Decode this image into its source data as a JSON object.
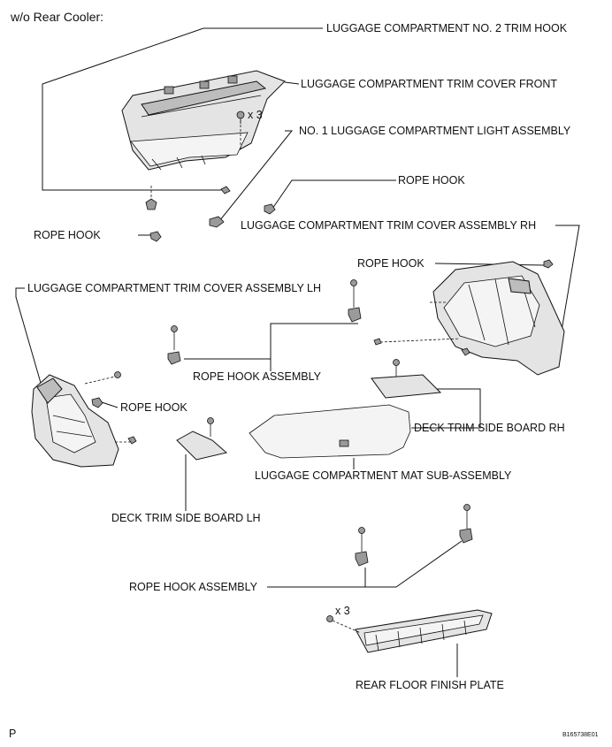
{
  "header": {
    "title": "w/o Rear Cooler:"
  },
  "footer": {
    "page_mark": "P",
    "figure_code": "B165738E01"
  },
  "quantities": {
    "fastener_count_top": "x 3",
    "fastener_count_bottom": "x 3"
  },
  "labels": {
    "no2_trim_hook": "LUGGAGE COMPARTMENT NO. 2 TRIM HOOK",
    "trim_cover_front": "LUGGAGE COMPARTMENT TRIM COVER FRONT",
    "no1_light_assembly": "NO. 1 LUGGAGE COMPARTMENT LIGHT ASSEMBLY",
    "rope_hook_upper_right": "ROPE HOOK",
    "rope_hook_upper_left": "ROPE HOOK",
    "trim_cover_rh": "LUGGAGE COMPARTMENT TRIM COVER ASSEMBLY RH",
    "rope_hook_right": "ROPE HOOK",
    "trim_cover_lh": "LUGGAGE COMPARTMENT TRIM COVER ASSEMBLY LH",
    "rope_hook_assembly_upper": "ROPE HOOK ASSEMBLY",
    "rope_hook_left": "ROPE HOOK",
    "deck_board_rh": "DECK TRIM SIDE BOARD RH",
    "mat_sub_assembly": "LUGGAGE COMPARTMENT MAT SUB-ASSEMBLY",
    "deck_board_lh": "DECK TRIM SIDE BOARD LH",
    "rope_hook_assembly_lower": "ROPE HOOK ASSEMBLY",
    "rear_floor_plate": "REAR FLOOR FINISH PLATE"
  }
}
